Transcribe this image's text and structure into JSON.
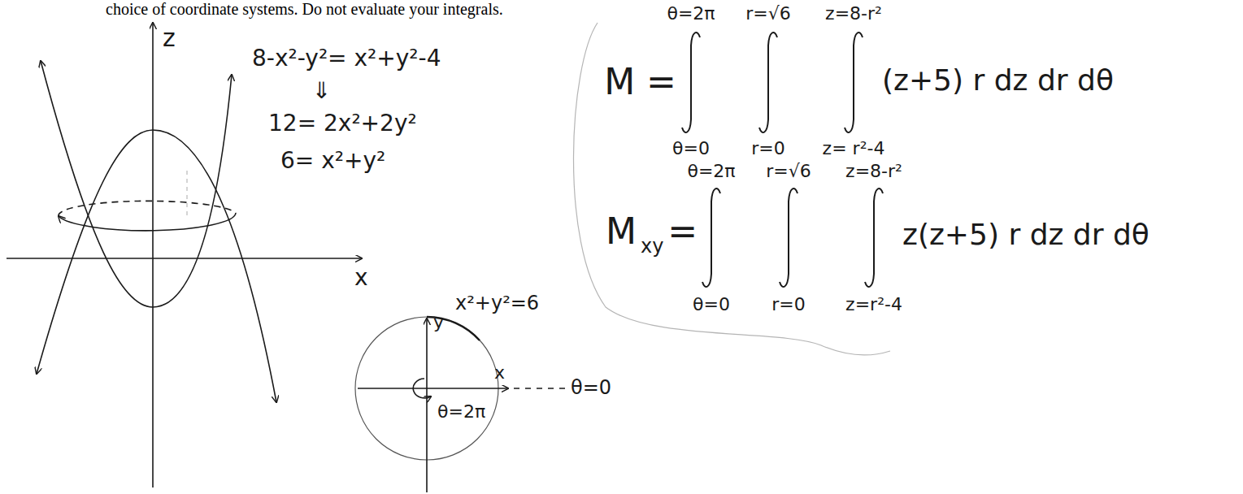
{
  "diagram": {
    "labels": [
      "choice of coordinate systems. Do not evaluate your integrals.",
      "z",
      "x",
      "8-x²-y²= x²+y²-4",
      "⇓",
      "12= 2x²+2y²",
      "6= x²+y²",
      "y",
      "x²+y²=6",
      "x",
      "θ=0",
      "θ=2π",
      "M =",
      "θ=2π",
      "θ=0",
      "r=√6",
      "r=0",
      "z=8-r²",
      "z= r²-4",
      "(z+5) r dz dr dθ",
      "M",
      "xy",
      "=",
      "θ=2π",
      "θ=0",
      "r=√6",
      "r=0",
      "z=8-r²",
      "z=r²-4",
      "z(z+5) r dz dr dθ"
    ]
  }
}
